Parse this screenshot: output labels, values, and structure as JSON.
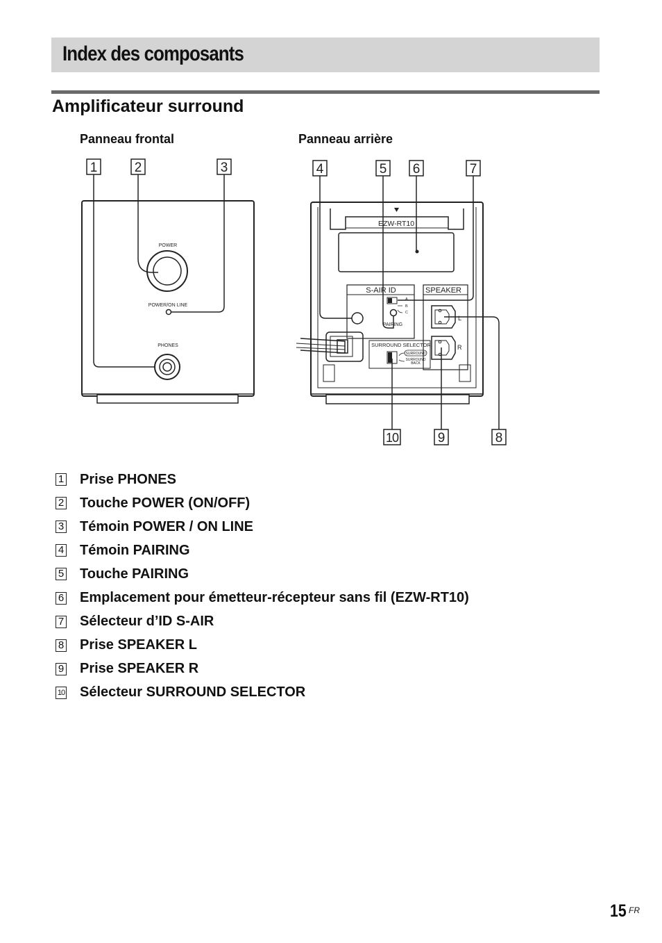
{
  "header": {
    "title": "Index des composants"
  },
  "section": {
    "title": "Amplificateur surround"
  },
  "panels": {
    "front": "Panneau frontal",
    "rear": "Panneau arrière"
  },
  "callouts": [
    "1",
    "2",
    "3",
    "4",
    "5",
    "6",
    "7",
    "8",
    "9",
    "10"
  ],
  "front_panel": {
    "power": "POWER",
    "power_on_line": "POWER/ON LINE",
    "phones": "PHONES"
  },
  "rear_panel": {
    "model": "EZW-RT10",
    "sair_id": "S-AIR ID",
    "speaker": "SPEAKER",
    "id_a": "A",
    "id_b": "B",
    "id_c": "C",
    "pairing": "PAIRING",
    "surround_selector": "SURROUND SELECTOR",
    "surround": "SURROUND",
    "surround_back_1": "SURROUND",
    "surround_back_2": "BACK",
    "left": "L",
    "right": "R"
  },
  "legend": [
    {
      "num": "1",
      "text": "Prise PHONES"
    },
    {
      "num": "2",
      "text": "Touche POWER (ON/OFF)"
    },
    {
      "num": "3",
      "text": "Témoin POWER / ON LINE"
    },
    {
      "num": "4",
      "text": "Témoin PAIRING"
    },
    {
      "num": "5",
      "text": "Touche PAIRING"
    },
    {
      "num": "6",
      "text": "Emplacement pour émetteur-récepteur sans fil (EZW-RT10)"
    },
    {
      "num": "7",
      "text": "Sélecteur d’ID S-AIR"
    },
    {
      "num": "8",
      "text": "Prise SPEAKER L"
    },
    {
      "num": "9",
      "text": "Prise SPEAKER R"
    },
    {
      "num": "10",
      "text": "Sélecteur SURROUND SELECTOR"
    }
  ],
  "footer": {
    "page": "15",
    "suffix": "FR"
  }
}
